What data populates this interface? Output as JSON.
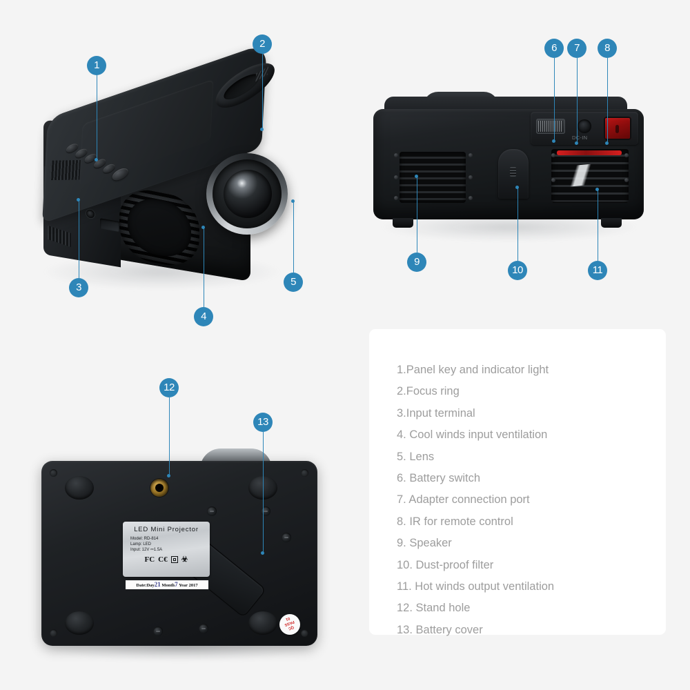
{
  "background_color": "#f4f4f4",
  "accent_color": "#2e86b8",
  "legend": {
    "panel_background": "#ffffff",
    "text_color": "#9d9d9d",
    "items": [
      "1.Panel key and indicator light",
      "2.Focus ring",
      "3.Input terminal",
      "4. Cool winds input ventilation",
      "5. Lens",
      "6. Battery switch",
      "7. Adapter connection port",
      "8. IR for remote control",
      "9. Speaker",
      "10. Dust-proof filter",
      "11. Hot winds output ventilation",
      "12. Stand hole",
      "13. Battery cover"
    ]
  },
  "callouts": [
    {
      "number": "1",
      "target": "panel-key-and-indicator-light"
    },
    {
      "number": "2",
      "target": "focus-ring"
    },
    {
      "number": "3",
      "target": "input-terminal"
    },
    {
      "number": "4",
      "target": "cool-winds-input-ventilation"
    },
    {
      "number": "5",
      "target": "lens"
    },
    {
      "number": "6",
      "target": "battery-switch"
    },
    {
      "number": "7",
      "target": "adapter-connection-port"
    },
    {
      "number": "8",
      "target": "ir-for-remote-control"
    },
    {
      "number": "9",
      "target": "speaker"
    },
    {
      "number": "10",
      "target": "dust-proof-filter"
    },
    {
      "number": "11",
      "target": "hot-winds-output-ventilation"
    },
    {
      "number": "12",
      "target": "stand-hole"
    },
    {
      "number": "13",
      "target": "battery-cover"
    }
  ],
  "views": {
    "top_front": "three-quarter top front view of black mini projector",
    "rear": "rear panel view of black mini projector",
    "bottom": "bottom view of black mini projector"
  },
  "rear_panel": {
    "dc_in_label": "DC-IN"
  },
  "bottom_label": {
    "title": "LED Mini Projector",
    "model": "Model: RD-814",
    "lamp": "Lamp: LED",
    "input": "Input: 12V ⎓1.5A",
    "certifications": [
      "FC",
      "CE",
      "class-II-box",
      "WEEE-hourglass"
    ],
    "date_prefix": "Date:Day",
    "date_day": "21",
    "date_month_label": "Month",
    "date_month": "7",
    "date_year_label": "Year",
    "date_year": "2017",
    "qc_line1": "QC",
    "qc_line2": "PASS",
    "qc_line3": "01"
  }
}
